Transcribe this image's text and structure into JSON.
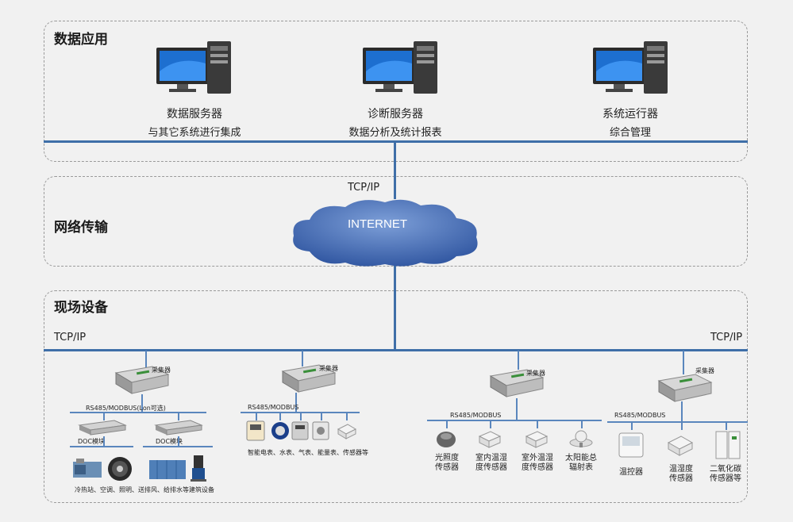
{
  "zones": {
    "app": "数据应用",
    "network": "网络传输",
    "field": "现场设备"
  },
  "servers": [
    {
      "name": "数据服务器",
      "sub": "与其它系统进行集成"
    },
    {
      "name": "诊断服务器",
      "sub": "数据分析及统计报表"
    },
    {
      "name": "系统运行器",
      "sub": "综合管理"
    }
  ],
  "network": {
    "protocol_top": "TCP/IP",
    "cloud_label": "INTERNET",
    "protocol_left": "TCP/IP",
    "protocol_right": "TCP/IP"
  },
  "collectors": [
    {
      "label": "采集器",
      "bus": "RS485/MODBUS(Lon可选)"
    },
    {
      "label": "采集器",
      "bus": "RS485/MODBUS"
    },
    {
      "label": "采集器",
      "bus": "RS485/MODBUS"
    },
    {
      "label": "采集器",
      "bus": "RS485/MODBUS"
    }
  ],
  "doc_modules": [
    "DOC模块",
    "DOC模块"
  ],
  "device_groups": {
    "g1_caption": "冷热站、空调、照明、送排风、给排水等建筑设备",
    "g2_caption": "智能电表、水表、气表、能量表、传感器等",
    "g3": [
      "光照度\n传感器",
      "室内温湿\n度传感器",
      "室外温湿\n度传感器",
      "太阳能总\n辐射表"
    ],
    "g4": [
      "温控器",
      "温湿度\n传感器",
      "二氧化碳\n传感器等"
    ]
  },
  "colors": {
    "bus_line": "#3f6fa8",
    "cloud": "#3a5fa8",
    "zone_border": "#9a9a9a"
  }
}
